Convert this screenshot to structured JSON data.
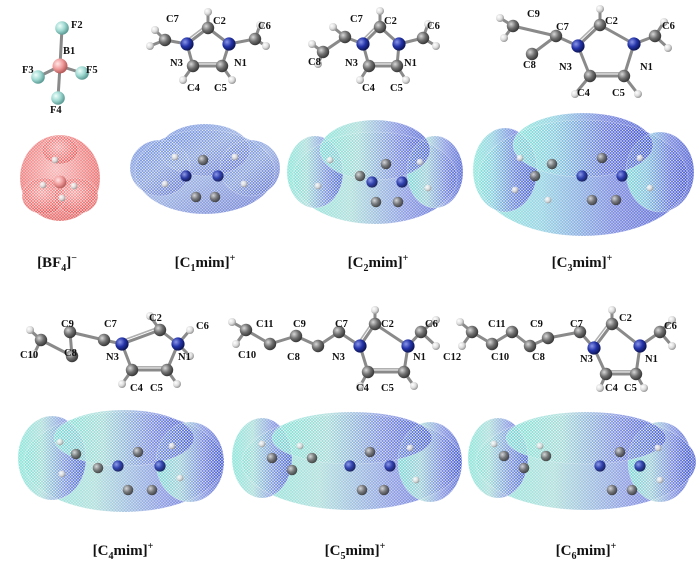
{
  "colors": {
    "carbon": "#6e6e6e",
    "hydrogen": "#e8e8e8",
    "nitrogen": "#1f2f9c",
    "boron": "#f0a0a0",
    "fluorine": "#9fd9d2",
    "esp_negative": "#ef6f6f",
    "esp_neutral": "#8fe0d8",
    "esp_positive": "#4a5fd0"
  },
  "molecules": [
    {
      "id": "bf4",
      "caption": {
        "main": "[BF",
        "sub": "4",
        "end": "]",
        "sup": "−"
      },
      "atoms": [
        {
          "label": "F2"
        },
        {
          "label": "B1"
        },
        {
          "label": "F3"
        },
        {
          "label": "F5"
        },
        {
          "label": "F4"
        }
      ]
    },
    {
      "id": "c1mim",
      "caption": {
        "main": "[C",
        "sub": "1",
        "end": "mim]",
        "sup": "+"
      },
      "atoms": [
        {
          "label": "C7"
        },
        {
          "label": "C2"
        },
        {
          "label": "C6"
        },
        {
          "label": "N3"
        },
        {
          "label": "N1"
        },
        {
          "label": "C4"
        },
        {
          "label": "C5"
        }
      ]
    },
    {
      "id": "c2mim",
      "caption": {
        "main": "[C",
        "sub": "2",
        "end": "mim]",
        "sup": "+"
      },
      "atoms": [
        {
          "label": "C7"
        },
        {
          "label": "C2"
        },
        {
          "label": "C6"
        },
        {
          "label": "C8"
        },
        {
          "label": "N3"
        },
        {
          "label": "N1"
        },
        {
          "label": "C4"
        },
        {
          "label": "C5"
        }
      ]
    },
    {
      "id": "c3mim",
      "caption": {
        "main": "[C",
        "sub": "3",
        "end": "mim]",
        "sup": "+"
      },
      "atoms": [
        {
          "label": "C9"
        },
        {
          "label": "C7"
        },
        {
          "label": "C2"
        },
        {
          "label": "C6"
        },
        {
          "label": "C8"
        },
        {
          "label": "N3"
        },
        {
          "label": "N1"
        },
        {
          "label": "C4"
        },
        {
          "label": "C5"
        }
      ]
    },
    {
      "id": "c4mim",
      "caption": {
        "main": "[C",
        "sub": "4",
        "end": "mim]",
        "sup": "+"
      },
      "atoms": [
        {
          "label": "C9"
        },
        {
          "label": "C7"
        },
        {
          "label": "C2"
        },
        {
          "label": "C6"
        },
        {
          "label": "C10"
        },
        {
          "label": "C8"
        },
        {
          "label": "N3"
        },
        {
          "label": "N1"
        },
        {
          "label": "C4"
        },
        {
          "label": "C5"
        }
      ]
    },
    {
      "id": "c5mim",
      "caption": {
        "main": "[C",
        "sub": "5",
        "end": "mim]",
        "sup": "+"
      },
      "atoms": [
        {
          "label": "C11"
        },
        {
          "label": "C9"
        },
        {
          "label": "C7"
        },
        {
          "label": "C2"
        },
        {
          "label": "C6"
        },
        {
          "label": "C10"
        },
        {
          "label": "C8"
        },
        {
          "label": "N3"
        },
        {
          "label": "N1"
        },
        {
          "label": "C4"
        },
        {
          "label": "C5"
        }
      ]
    },
    {
      "id": "c6mim",
      "caption": {
        "main": "[C",
        "sub": "6",
        "end": "mim]",
        "sup": "+"
      },
      "atoms": [
        {
          "label": "C11"
        },
        {
          "label": "C9"
        },
        {
          "label": "C7"
        },
        {
          "label": "C2"
        },
        {
          "label": "C6"
        },
        {
          "label": "C12"
        },
        {
          "label": "C10"
        },
        {
          "label": "C8"
        },
        {
          "label": "N3"
        },
        {
          "label": "N1"
        },
        {
          "label": "C4"
        },
        {
          "label": "C5"
        }
      ]
    }
  ]
}
